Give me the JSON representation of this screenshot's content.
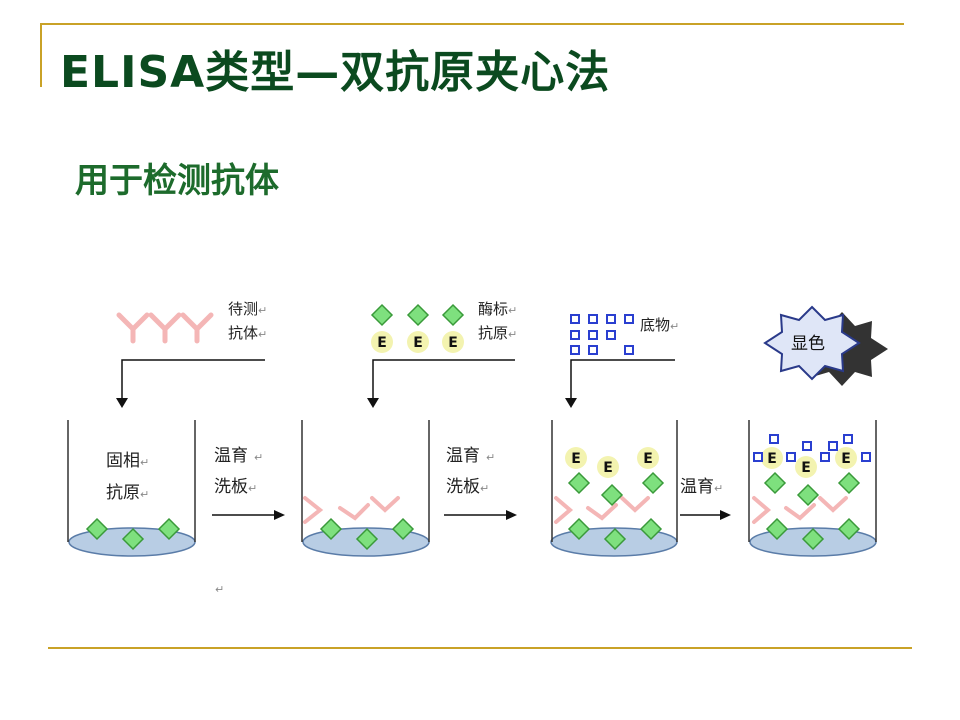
{
  "slide": {
    "title": "ELISA类型—双抗原夹心法",
    "subtitle": "用于检测抗体"
  },
  "diagram": {
    "step1_reagent": [
      "待测",
      "抗体"
    ],
    "step1_well_label": [
      "固相",
      "抗原"
    ],
    "step1_process": [
      "温育",
      "洗板"
    ],
    "step2_reagent": [
      "酶标",
      "抗原"
    ],
    "step2_process": [
      "温育",
      "洗板"
    ],
    "step3_reagent": [
      "底物"
    ],
    "step3_process": [
      "温育"
    ],
    "step4_badge": "显色",
    "enzyme_letter": "E",
    "return_mark": "↵"
  },
  "colors": {
    "title": "#0b4a1f",
    "subtitle": "#1d6b2c",
    "rule": "#c9a227",
    "antibody": "#f4b6b6",
    "antigen": "#7ee07e",
    "enzyme": "#f3f3b0",
    "substrate": "#2a3fd0",
    "plate": "#b8cde4"
  }
}
